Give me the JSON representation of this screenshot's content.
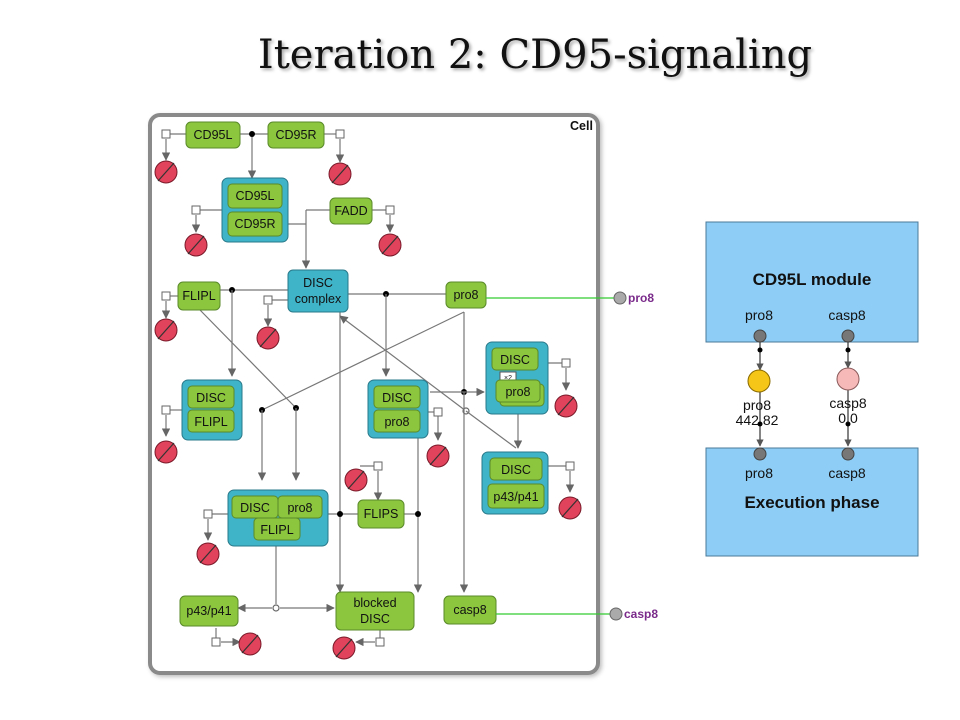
{
  "title": "Iteration 2: CD95-signaling",
  "compartment_label": "Cell",
  "species": {
    "cd95l": "CD95L",
    "cd95r": "CD95R",
    "complex_cd95l": "CD95L",
    "complex_cd95r": "CD95R",
    "fadd": "FADD",
    "flipl": "FLIPL",
    "disc_complex_line1": "DISC",
    "disc_complex_line2": "complex",
    "pro8": "pro8",
    "disc_pro8_top_disc": "DISC",
    "disc_pro8_top_badge": "×2",
    "disc_pro8_top_pro8": "pro8",
    "disc_flipl_disc": "DISC",
    "disc_flipl_flipl": "FLIPL",
    "disc_pro8_mid_disc": "DISC",
    "disc_pro8_mid_pro8": "pro8",
    "disc_p43_disc": "DISC",
    "disc_p43_p43": "p43/p41",
    "disc_pro8_flipl_disc": "DISC",
    "disc_pro8_flipl_pro8": "pro8",
    "disc_pro8_flipl_flipl": "FLIPL",
    "flips": "FLIPS",
    "p43": "p43/p41",
    "blocked_line1": "blocked",
    "blocked_line2": "DISC",
    "casp8": "casp8"
  },
  "external_ports": {
    "pro8": "pro8",
    "casp8": "casp8"
  },
  "module_panel": {
    "top_module_title": "CD95L module",
    "top_port_pro8": "pro8",
    "top_port_casp8": "casp8",
    "pro8_label": "pro8",
    "pro8_value": "442.82",
    "casp8_label": "casp8",
    "casp8_value": "0.0",
    "bottom_port_pro8": "pro8",
    "bottom_port_casp8": "casp8",
    "bottom_module_title": "Execution phase"
  },
  "colors": {
    "species_green": "#8cc63f",
    "complex_teal": "#3fb3c8",
    "degradation_red": "#e0435b",
    "module_blue": "#8ecdf5",
    "connector_green": "#33cc33",
    "pro8_node": "#f5c518",
    "casp8_node": "#f7b8b8"
  }
}
